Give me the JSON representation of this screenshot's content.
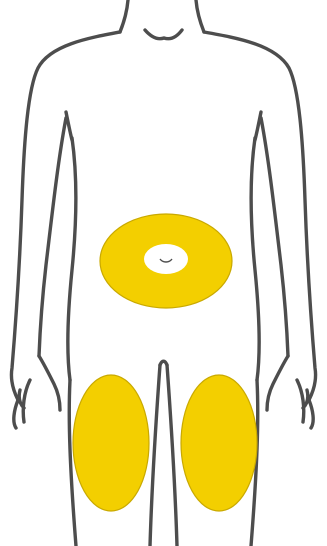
{
  "colors": {
    "outline": "#4d4d4d",
    "zone_fill": "#f3cf00",
    "zone_stroke": "#c9a900",
    "navel_hole": "#ffffff"
  },
  "zones": [
    {
      "name": "abdomen",
      "label": ""
    },
    {
      "name": "left-thigh",
      "label": ""
    },
    {
      "name": "right-thigh",
      "label": ""
    }
  ]
}
